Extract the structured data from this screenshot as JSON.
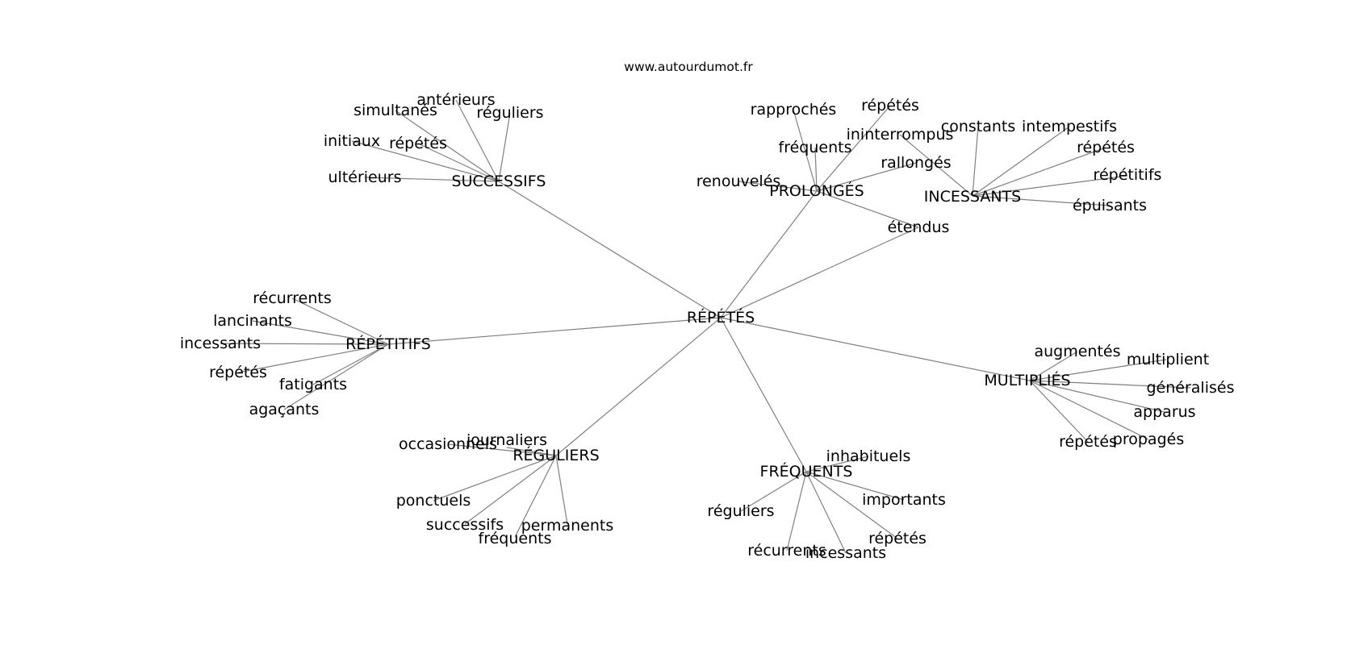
{
  "source": "www.autourdumot.fr",
  "center": "RÉPÉTÉS",
  "groups": [
    {
      "word": "SUCCESSIFS",
      "children": [
        "antérieurs",
        "simultanés",
        "réguliers",
        "initiaux",
        "répétés",
        "ultérieurs"
      ]
    },
    {
      "word": "PROLONGÉS",
      "children": [
        "rapprochés",
        "répétés",
        "fréquents",
        "ininterrompus",
        "rallongés",
        "renouvelés",
        "étendus"
      ]
    },
    {
      "word": "INCESSANTS",
      "children": [
        "constants",
        "intempestifs",
        "répétés",
        "répétitifs",
        "épuisants",
        "ininterrompus"
      ]
    },
    {
      "word": "RÉPÉTITIFS",
      "children": [
        "récurrents",
        "lancinants",
        "incessants",
        "répétés",
        "fatigants",
        "agaçants"
      ]
    },
    {
      "word": "MULTIPLIÉS",
      "children": [
        "augmentés",
        "multiplient",
        "généralisés",
        "apparus",
        "propagés",
        "répétés"
      ]
    },
    {
      "word": "RÉGULIERS",
      "children": [
        "journaliers",
        "occasionnels",
        "ponctuels",
        "successifs",
        "permanents",
        "fréquents"
      ]
    },
    {
      "word": "FRÉQUENTS",
      "children": [
        "inhabituels",
        "importants",
        "réguliers",
        "répétés",
        "récurrents",
        "incessants"
      ]
    }
  ]
}
